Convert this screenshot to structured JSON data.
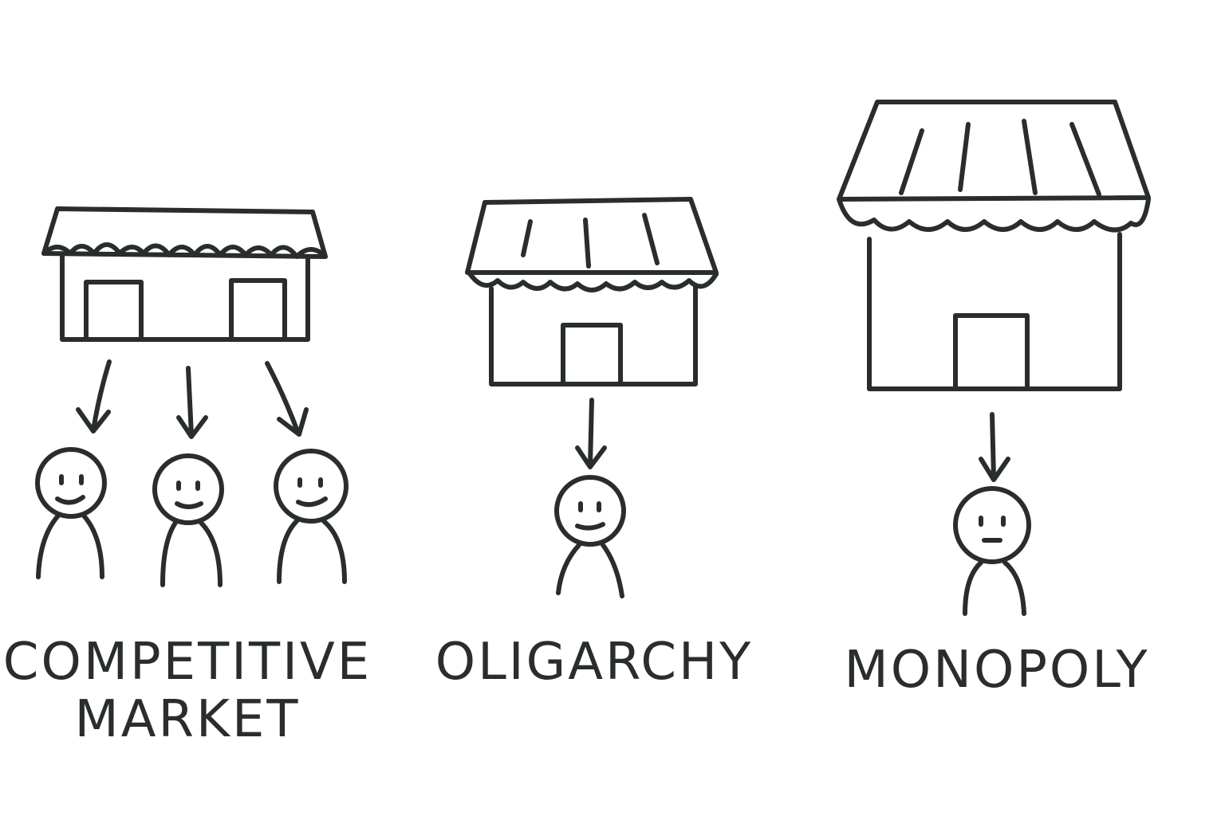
{
  "panels": [
    {
      "id": "competitive",
      "label": "COMPETITIVE\nMARKET",
      "stores": 1,
      "store_doors": 2,
      "arrows": 3,
      "people": 3
    },
    {
      "id": "oligarchy",
      "label": "OLIGARCHY",
      "stores": 1,
      "store_doors": 1,
      "arrows": 1,
      "people": 1
    },
    {
      "id": "monopoly",
      "label": "MONOPOLY",
      "stores": 1,
      "store_doors": 1,
      "arrows": 1,
      "people": 1
    }
  ],
  "colors": {
    "ink": "#2a2d2e",
    "background": "#ffffff"
  }
}
